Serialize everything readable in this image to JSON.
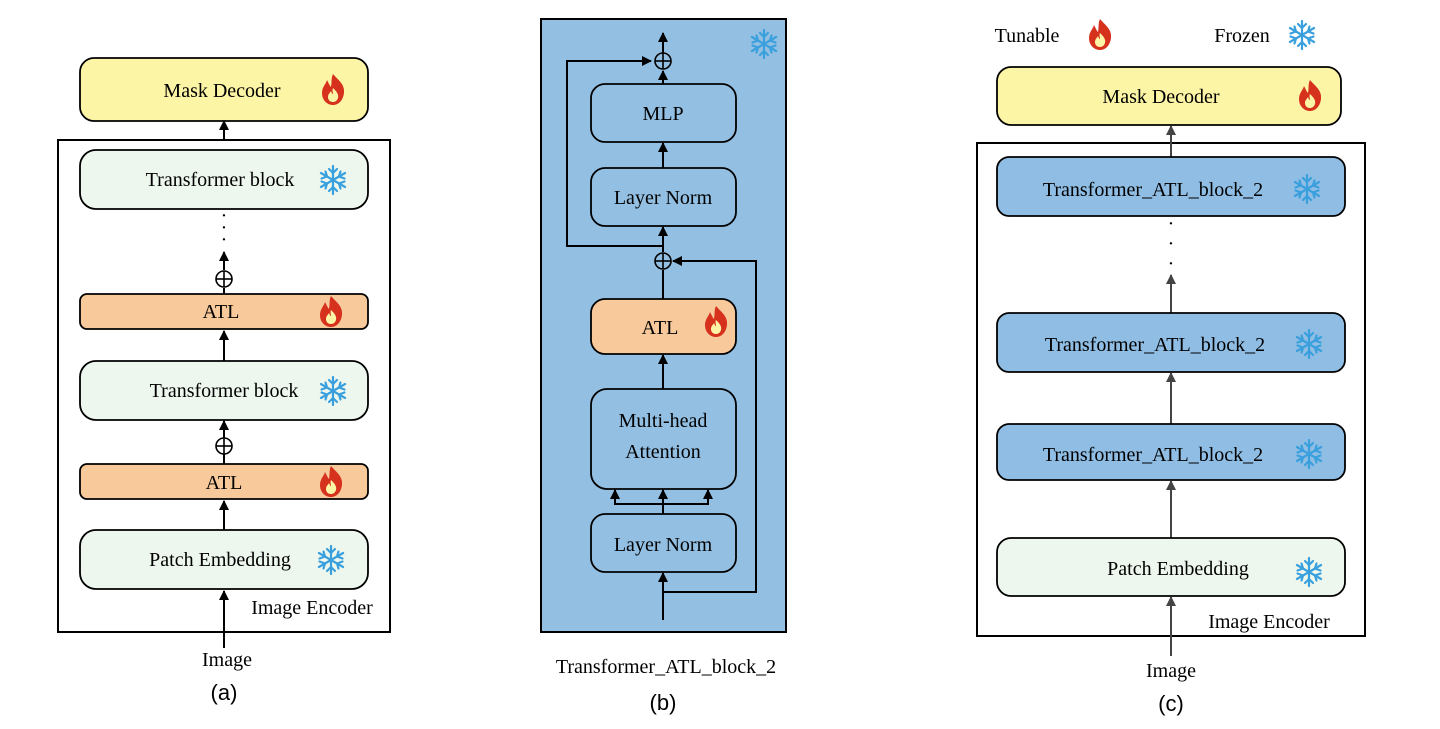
{
  "colors": {
    "mask_decoder_fill": "#fdf5a6",
    "transformer_fill": "#eef7ee",
    "atl_fill": "#f8c99a",
    "panel_b_bg": "#93bfe2",
    "panel_b_block": "#93bfe2",
    "atl_block_fill": "#8fbde3",
    "flame_outer": "#d6311d",
    "flame_inner": "#f07c2a",
    "snowflake": "#3aa0dd"
  },
  "icons": {
    "tunable": "flame-icon",
    "frozen": "snowflake-icon"
  },
  "panel_a": {
    "caption": "(a)",
    "mask_decoder": "Mask Decoder",
    "transformer_top": "Transformer block",
    "dots": "·  ·  ·",
    "atl_top": "ATL",
    "transformer_mid": "Transformer block",
    "atl_bottom": "ATL",
    "patch_embedding": "Patch Embedding",
    "encoder_label": "Image Encoder",
    "input": "Image"
  },
  "panel_b": {
    "caption": "(b)",
    "title": "Transformer_ATL_block_2",
    "mlp": "MLP",
    "layer_norm_top": "Layer Norm",
    "atl": "ATL",
    "mha_line1": "Multi-head",
    "mha_line2": "Attention",
    "layer_norm_bottom": "Layer Norm"
  },
  "panel_c": {
    "caption": "(c)",
    "legend_tunable": "Tunable",
    "legend_frozen": "Frozen",
    "mask_decoder": "Mask Decoder",
    "block_top": "Transformer_ATL_block_2",
    "dots": "·  ·  ·",
    "block_mid": "Transformer_ATL_block_2",
    "block_bottom": "Transformer_ATL_block_2",
    "patch_embedding": "Patch Embedding",
    "encoder_label": "Image Encoder",
    "input": "Image"
  }
}
